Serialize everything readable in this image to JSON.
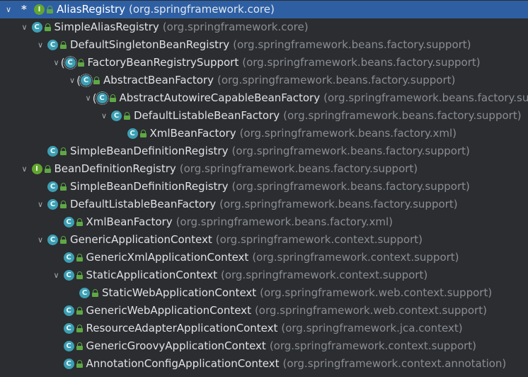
{
  "window": {
    "title": "Type Hierarchy"
  },
  "tree": {
    "rows": [
      {
        "name": "AliasRegistry",
        "package": "(org.springframework.core)",
        "kind": "interface",
        "level": 0,
        "expanded": true,
        "selected": true,
        "star": "*"
      },
      {
        "name": "SimpleAliasRegistry",
        "package": "(org.springframework.core)",
        "kind": "class",
        "level": 1,
        "expanded": true
      },
      {
        "name": "DefaultSingletonBeanRegistry",
        "package": "(org.springframework.beans.factory.support)",
        "kind": "class",
        "level": 2,
        "expanded": true
      },
      {
        "name": "FactoryBeanRegistrySupport",
        "package": "(org.springframework.beans.factory.support)",
        "kind": "abstract-class",
        "level": 3,
        "expanded": true
      },
      {
        "name": "AbstractBeanFactory",
        "package": "(org.springframework.beans.factory.support)",
        "kind": "abstract-class",
        "level": 4,
        "expanded": true
      },
      {
        "name": "AbstractAutowireCapableBeanFactory",
        "package": "(org.springframework.beans.factory.support)",
        "kind": "abstract-class",
        "level": 5,
        "expanded": true
      },
      {
        "name": "DefaultListableBeanFactory",
        "package": "(org.springframework.beans.factory.support)",
        "kind": "class",
        "level": 6,
        "expanded": true
      },
      {
        "name": "XmlBeanFactory",
        "package": "(org.springframework.beans.factory.xml)",
        "kind": "class",
        "level": 7,
        "expanded": false
      },
      {
        "name": "SimpleBeanDefinitionRegistry",
        "package": "(org.springframework.beans.factory.support)",
        "kind": "class",
        "level": 2,
        "expanded": false
      },
      {
        "name": "BeanDefinitionRegistry",
        "package": "(org.springframework.beans.factory.support)",
        "kind": "interface",
        "level": 1,
        "expanded": true
      },
      {
        "name": "SimpleBeanDefinitionRegistry",
        "package": "(org.springframework.beans.factory.support)",
        "kind": "class",
        "level": 2,
        "expanded": false
      },
      {
        "name": "DefaultListableBeanFactory",
        "package": "(org.springframework.beans.factory.support)",
        "kind": "class",
        "level": 2,
        "expanded": true
      },
      {
        "name": "XmlBeanFactory",
        "package": "(org.springframework.beans.factory.xml)",
        "kind": "class",
        "level": 3,
        "expanded": false
      },
      {
        "name": "GenericApplicationContext",
        "package": "(org.springframework.context.support)",
        "kind": "class",
        "level": 2,
        "expanded": true
      },
      {
        "name": "GenericXmlApplicationContext",
        "package": "(org.springframework.context.support)",
        "kind": "class",
        "level": 3,
        "expanded": false
      },
      {
        "name": "StaticApplicationContext",
        "package": "(org.springframework.context.support)",
        "kind": "class",
        "level": 3,
        "expanded": true
      },
      {
        "name": "StaticWebApplicationContext",
        "package": "(org.springframework.web.context.support)",
        "kind": "class",
        "level": 4,
        "expanded": false
      },
      {
        "name": "GenericWebApplicationContext",
        "package": "(org.springframework.web.context.support)",
        "kind": "class",
        "level": 3,
        "expanded": false
      },
      {
        "name": "ResourceAdapterApplicationContext",
        "package": "(org.springframework.jca.context)",
        "kind": "class",
        "level": 3,
        "expanded": false
      },
      {
        "name": "GenericGroovyApplicationContext",
        "package": "(org.springframework.context.support)",
        "kind": "class",
        "level": 3,
        "expanded": false
      },
      {
        "name": "AnnotationConfigApplicationContext",
        "package": "(org.springframework.context.annotation)",
        "kind": "class",
        "level": 3,
        "expanded": false
      }
    ]
  },
  "icons": {
    "class": "class-icon",
    "abstract-class": "abstract-class-icon",
    "interface": "interface-icon",
    "public": "lock-icon",
    "expanded": "chevron-down-icon"
  },
  "colors": {
    "background": "#2b2d30",
    "selection": "#2e5fa3",
    "class_icon": "#3d9fb3",
    "interface_icon": "#62a630",
    "text": "#dfe1e5",
    "package_text": "#8a8d93"
  }
}
